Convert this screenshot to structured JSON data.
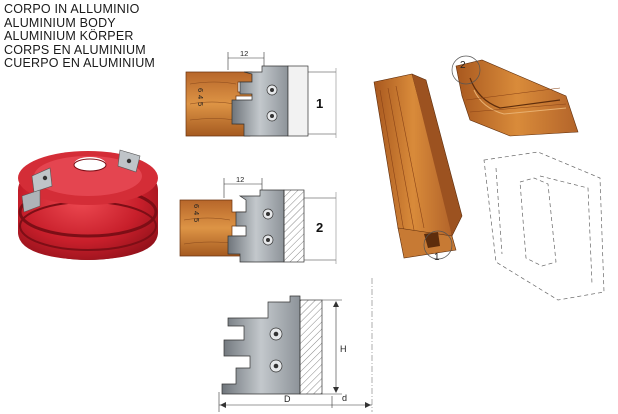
{
  "titles": [
    "CORPO IN ALLUMINIO",
    "ALUMINIUM BODY",
    "ALUMINIUM KÖRPER",
    "CORPS EN ALUMINIUM",
    "CUERPO EN ALUMINIUM"
  ],
  "profile_1": {
    "number": "1",
    "width_dim": "12",
    "depth_dims": [
      "6",
      "4",
      "5"
    ]
  },
  "profile_2": {
    "number": "2",
    "width_dim": "12",
    "depth_dims": [
      "6",
      "4",
      "5"
    ]
  },
  "dimensions": {
    "height": "H",
    "diameter": "D",
    "depth": "d"
  },
  "callouts": {
    "one": "1",
    "two": "2"
  },
  "colors": {
    "cutter_red": "#c8202c",
    "wood": "#c8792f",
    "wood_dark": "#8a4a1c",
    "steel": "#9aa0a6"
  }
}
